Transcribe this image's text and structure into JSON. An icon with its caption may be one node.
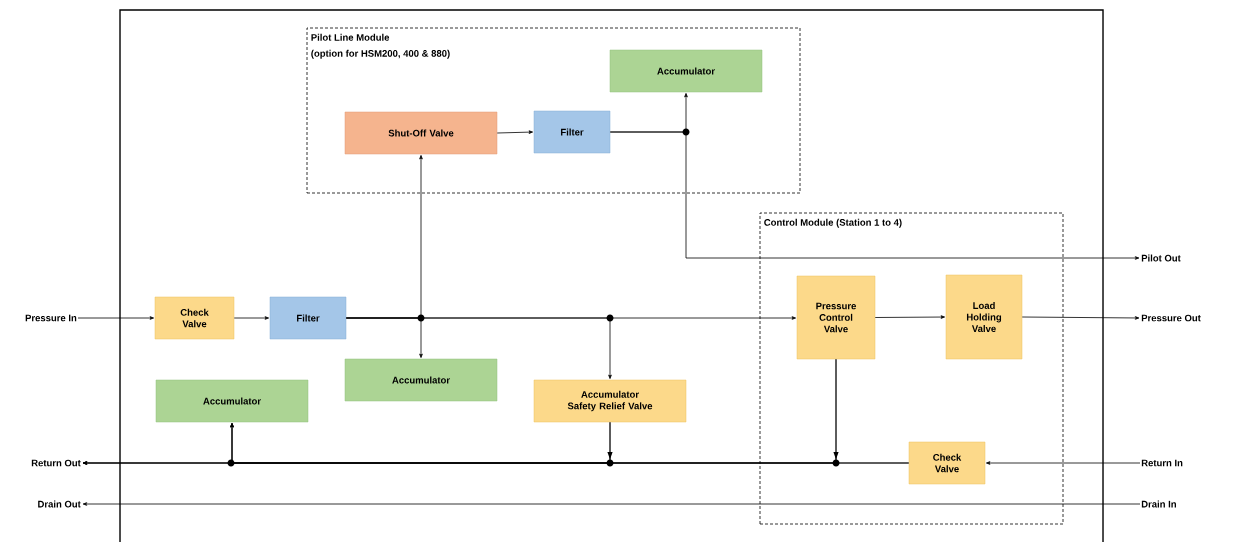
{
  "diagram": {
    "nodes": [
      {
        "text": [],
        "shape": "box"
      },
      {
        "text": [
          "Pilot Line Module",
          "(option for HSM200, 400 & 880)"
        ],
        "in": 0
      },
      {
        "text": [
          "Accumulator"
        ],
        "in": 1
      },
      {
        "text": [
          "Shut-Off Valve"
        ],
        "in": 1
      },
      {
        "text": [
          "Filter"
        ],
        "in": 1
      },
      {
        "text": [
          "Control Module (Station 1 to 4)"
        ],
        "in": 0
      },
      {
        "text": [
          "Pressure Control Valve"
        ],
        "in": 5
      },
      {
        "text": [
          "Load Holding Valve"
        ],
        "in": 5
      },
      {
        "text": [
          "Check Valve"
        ],
        "in": 5
      },
      {
        "text": [
          "Check Valve"
        ],
        "in": 0
      },
      {
        "text": [
          "Filter"
        ],
        "in": 0
      },
      {
        "text": [
          "Accumulator"
        ],
        "in": 0
      },
      {
        "text": [
          "Accumulator"
        ],
        "in": 0
      },
      {
        "text": [
          "Accumulator Safety Relief Valve"
        ],
        "in": 0
      },
      {
        "text": [
          "Pressure In"
        ]
      },
      {
        "text": [
          "Pressure Out"
        ]
      },
      {
        "text": [
          "Pilot Out"
        ]
      },
      {
        "text": [
          "Return Out"
        ]
      },
      {
        "text": [
          "Return In"
        ]
      },
      {
        "text": [
          "Drain Out"
        ]
      },
      {
        "text": [
          "Drain In"
        ]
      }
    ],
    "edges": [
      {
        "from": 14,
        "to": 9,
        "arrow": "to"
      },
      {
        "from": 9,
        "to": 10,
        "arrow": "to"
      },
      {
        "from": 10,
        "to": 3,
        "arrow": "to"
      },
      {
        "from": 10,
        "to": 11,
        "arrow": "to"
      },
      {
        "from": 10,
        "to": 13,
        "arrow": "to"
      },
      {
        "from": 10,
        "to": 6,
        "arrow": "to"
      },
      {
        "from": 3,
        "to": 4,
        "arrow": "to"
      },
      {
        "from": 4,
        "to": 2,
        "arrow": "to"
      },
      {
        "from": 4,
        "to": 16,
        "arrow": "to"
      },
      {
        "from": 6,
        "to": 7,
        "arrow": "to"
      },
      {
        "from": 7,
        "to": 15,
        "arrow": "to"
      },
      {
        "from": 6,
        "to": 17,
        "arrow": "to"
      },
      {
        "from": 13,
        "to": 17,
        "arrow": "to"
      },
      {
        "from": 8,
        "to": 17,
        "arrow": "to"
      },
      {
        "from": 18,
        "to": 8,
        "arrow": "to"
      },
      {
        "from": 6,
        "to": 12,
        "arrow": "to"
      },
      {
        "from": 13,
        "to": 12,
        "arrow": "to"
      },
      {
        "from": 8,
        "to": 12,
        "arrow": "to"
      },
      {
        "from": 20,
        "to": 19,
        "arrow": "to"
      }
    ]
  }
}
